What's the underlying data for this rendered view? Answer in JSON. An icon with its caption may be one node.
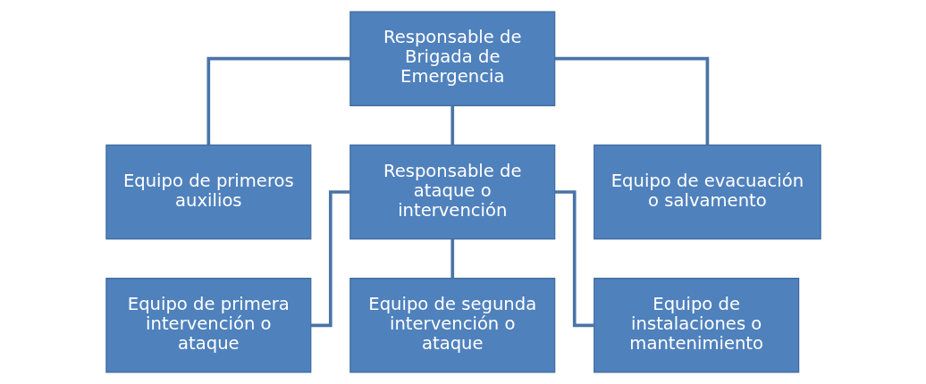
{
  "diagram": {
    "nodes": [
      {
        "text": [
          "Responsable de Brigada de Emergencia"
        ]
      },
      {
        "text": [
          "Equipo de primeros auxilios"
        ]
      },
      {
        "text": [
          "Responsable de ataque o intervención"
        ]
      },
      {
        "text": [
          "Equipo de evacuación o salvamento"
        ]
      },
      {
        "text": [
          "Equipo de primera intervención o ataque"
        ]
      },
      {
        "text": [
          "Equipo de segunda intervención o ataque"
        ]
      },
      {
        "text": [
          "Equipo de instalaciones o mantenimiento"
        ]
      }
    ],
    "edges": [
      {
        "from": 0,
        "to": 1,
        "arrow": "none"
      },
      {
        "from": 0,
        "to": 2,
        "arrow": "none"
      },
      {
        "from": 0,
        "to": 3,
        "arrow": "none"
      },
      {
        "from": 2,
        "to": 4,
        "arrow": "none"
      },
      {
        "from": 2,
        "to": 5,
        "arrow": "none"
      },
      {
        "from": 2,
        "to": 6,
        "arrow": "none"
      }
    ]
  }
}
